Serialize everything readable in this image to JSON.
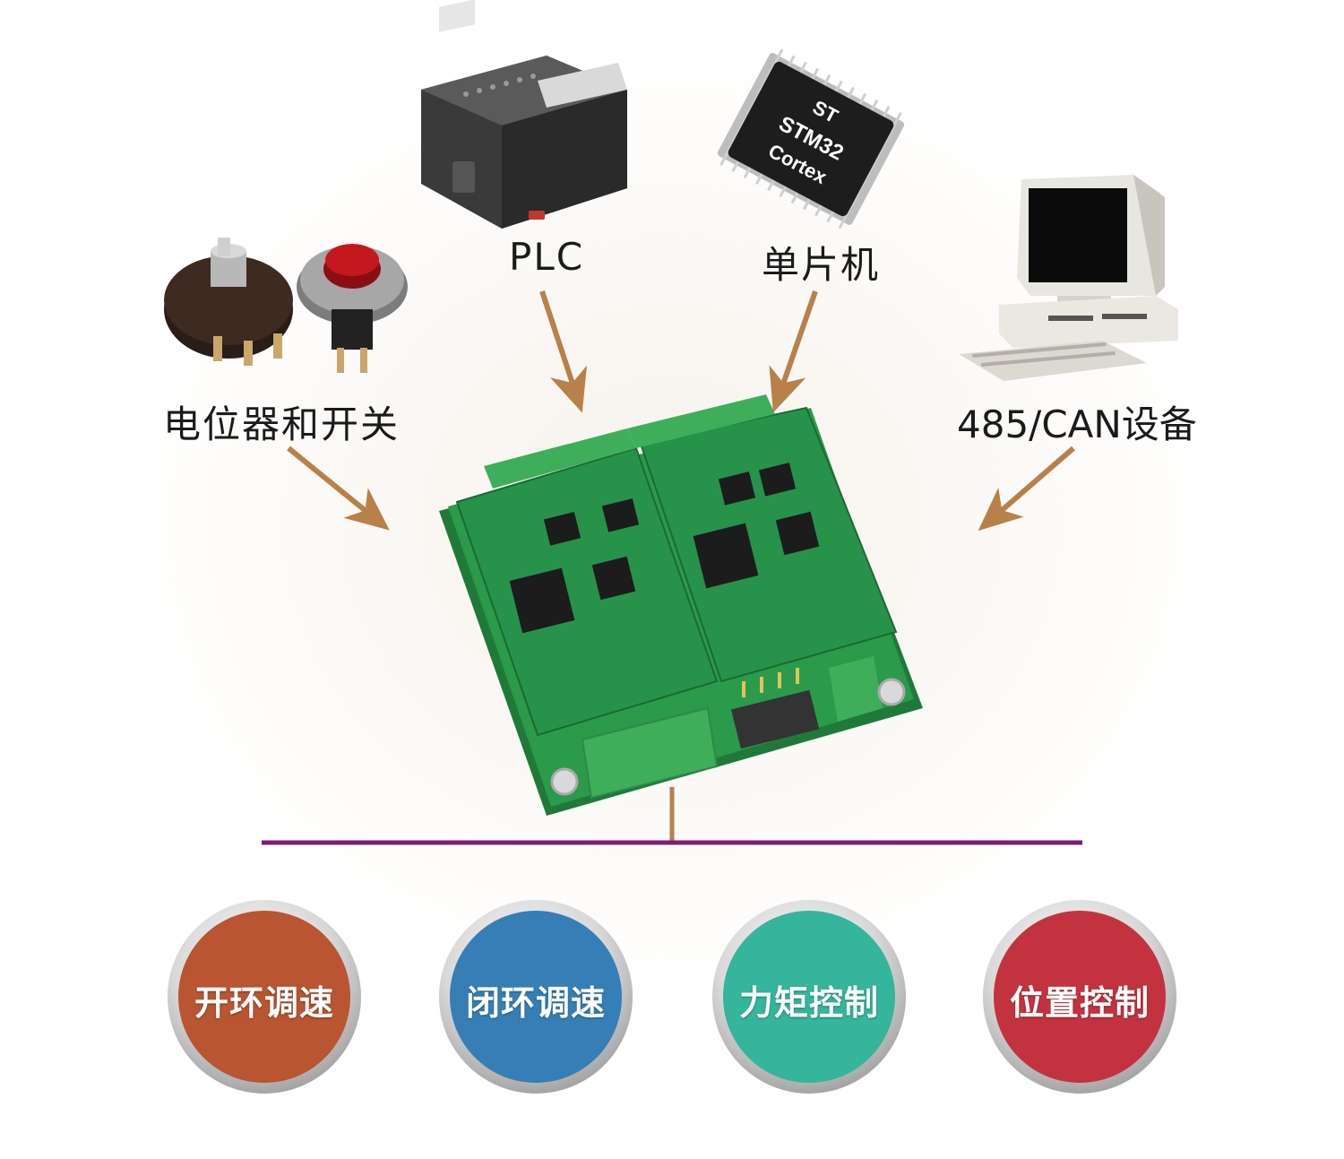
{
  "sources": [
    {
      "label": "PLC",
      "icon": "plc-device-icon"
    },
    {
      "label": "单片机",
      "icon": "stm32-chip-icon",
      "chip_text": [
        "ST",
        "STM32",
        "Cortex"
      ]
    },
    {
      "label": "电位器和开关",
      "icon": "potentiometer-and-switch-icon"
    },
    {
      "label": "485/CAN设备",
      "icon": "desktop-computer-icon"
    }
  ],
  "board": {
    "icon": "motor-driver-board-icon"
  },
  "modes": [
    {
      "label": "开环调速",
      "color": "#b95531"
    },
    {
      "label": "闭环调速",
      "color": "#357fb6"
    },
    {
      "label": "力矩控制",
      "color": "#35b59b"
    },
    {
      "label": "位置控制",
      "color": "#c2333f"
    }
  ],
  "colors": {
    "arrow": "#b8814a",
    "connector": "#7a1f74",
    "connector_tip": "#f2c21e",
    "pcb": "#2b9a4a",
    "ring": "#c9c9c9"
  }
}
